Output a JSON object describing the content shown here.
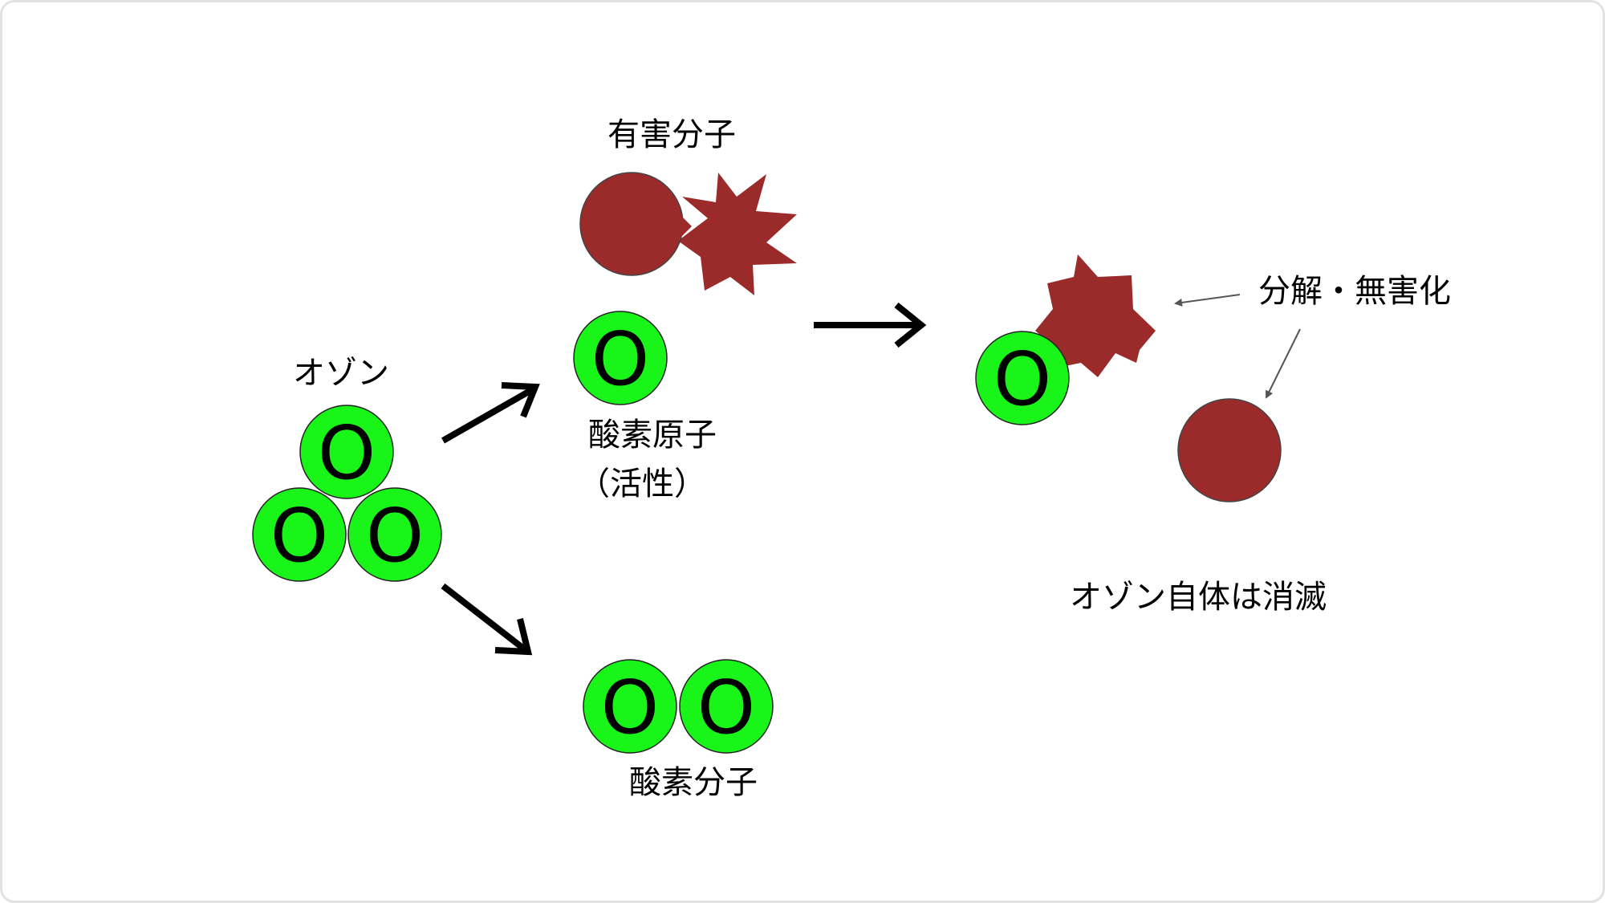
{
  "labels": {
    "ozone": "オゾン",
    "harmful_molecule": "有害分子",
    "oxygen_atom_line1": "酸素原子",
    "oxygen_atom_line2": "（活性）",
    "oxygen_molecule": "酸素分子",
    "decompose": "分解・無害化",
    "ozone_disappears": "オゾン自体は消滅"
  },
  "atom_symbol": "O",
  "colors": {
    "oxygen_fill": "#19f519",
    "harmful_fill": "#9b2b2b",
    "arrow": "#000000",
    "thin_arrow": "#555555"
  }
}
